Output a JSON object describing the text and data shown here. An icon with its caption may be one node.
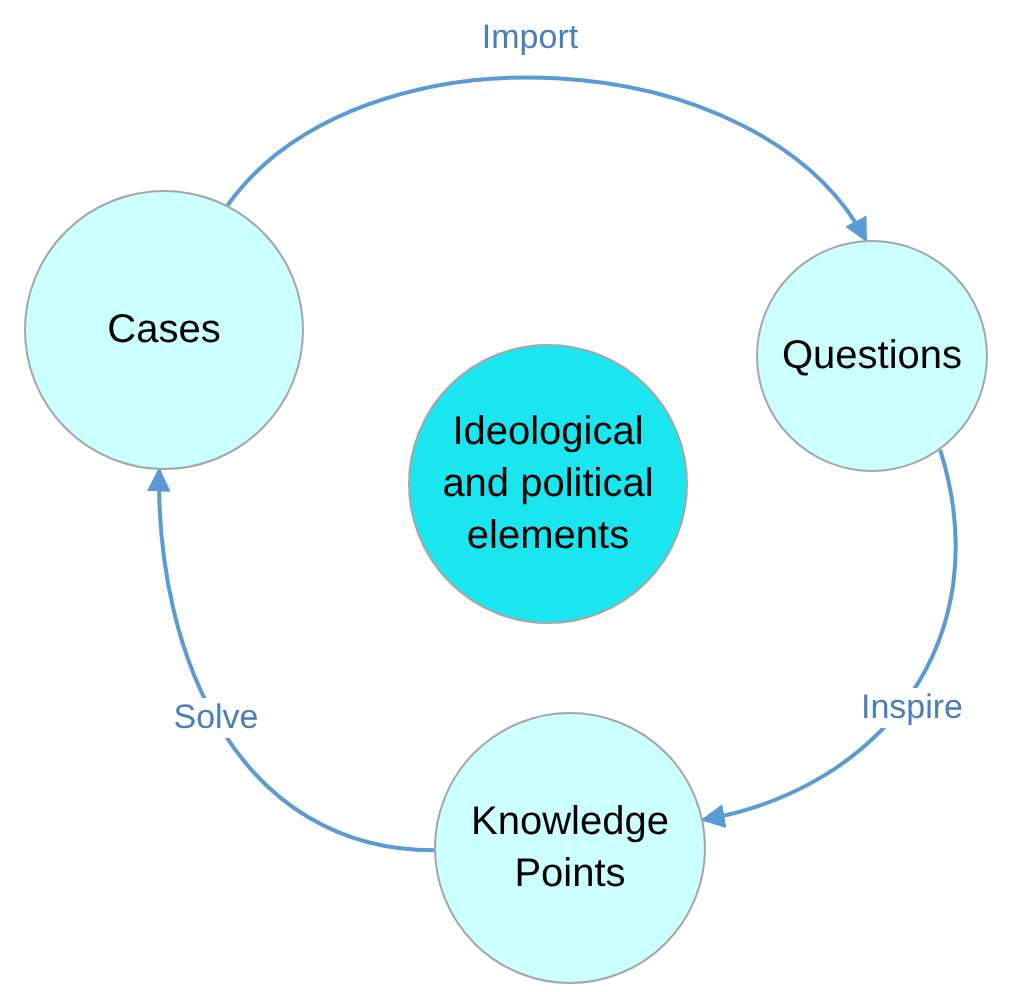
{
  "diagram": {
    "nodes": [
      {
        "text": [
          "Cases"
        ]
      },
      {
        "text": [
          "Questions"
        ]
      },
      {
        "text": [
          "Ideological and political elements"
        ]
      },
      {
        "text": [
          "Knowledge Points"
        ]
      }
    ],
    "edges": [
      {
        "from": 0,
        "to": 1,
        "arrow": "to",
        "label": "Import"
      },
      {
        "from": 1,
        "to": 3,
        "arrow": "to",
        "label": "Inspire"
      },
      {
        "from": 3,
        "to": 0,
        "arrow": "to",
        "label": "Solve"
      }
    ]
  }
}
